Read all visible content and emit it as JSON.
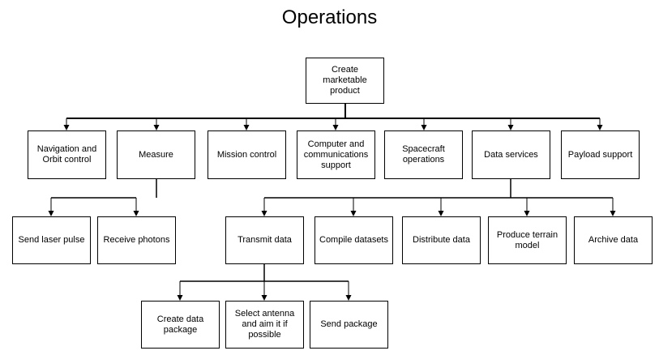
{
  "title": "Operations",
  "nodes": {
    "root": "Create marketable product",
    "navigation": "Navigation and Orbit control",
    "measure": "Measure",
    "mission_control": "Mission control",
    "computer_comms": "Computer and communications support",
    "spacecraft_ops": "Spacecraft operations",
    "data_services": "Data services",
    "payload_support": "Payload support",
    "send_laser": "Send laser pulse",
    "receive_photons": "Receive photons",
    "transmit_data": "Transmit data",
    "compile_datasets": "Compile datasets",
    "distribute_data": "Distribute data",
    "terrain_model": "Produce terrain model",
    "archive_data": "Archive data",
    "create_package": "Create data package",
    "select_antenna": "Select antenna and aim it if possible",
    "send_package": "Send package"
  },
  "edges": [
    [
      "root",
      "navigation"
    ],
    [
      "root",
      "measure"
    ],
    [
      "root",
      "mission_control"
    ],
    [
      "root",
      "computer_comms"
    ],
    [
      "root",
      "spacecraft_ops"
    ],
    [
      "root",
      "data_services"
    ],
    [
      "root",
      "payload_support"
    ],
    [
      "measure",
      "send_laser"
    ],
    [
      "measure",
      "receive_photons"
    ],
    [
      "data_services",
      "transmit_data"
    ],
    [
      "data_services",
      "compile_datasets"
    ],
    [
      "data_services",
      "distribute_data"
    ],
    [
      "data_services",
      "terrain_model"
    ],
    [
      "data_services",
      "archive_data"
    ],
    [
      "transmit_data",
      "create_package"
    ],
    [
      "transmit_data",
      "select_antenna"
    ],
    [
      "transmit_data",
      "send_package"
    ]
  ]
}
